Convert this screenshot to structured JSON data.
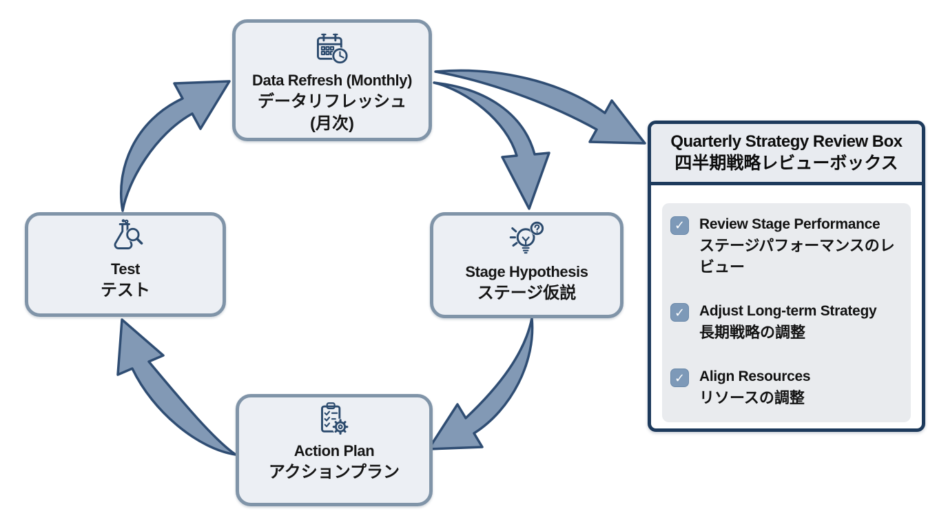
{
  "diagram": {
    "nodes": [
      {
        "id": "data-refresh",
        "icon": "calendar-clock-icon",
        "label_en": "Data Refresh (Monthly)",
        "label_ja": "データリフレッシュ",
        "label_ja2": "(月次)"
      },
      {
        "id": "test",
        "icon": "flask-magnifier-icon",
        "label_en": "Test",
        "label_ja": "テスト"
      },
      {
        "id": "stage-hypothesis",
        "icon": "lightbulb-question-icon",
        "label_en": "Stage Hypothesis",
        "label_ja": "ステージ仮説"
      },
      {
        "id": "action-plan",
        "icon": "clipboard-gear-icon",
        "label_en": "Action Plan",
        "label_ja": "アクションプラン"
      }
    ],
    "arrows": [
      {
        "from": "test",
        "to": "data-refresh"
      },
      {
        "from": "data-refresh",
        "to": "stage-hypothesis"
      },
      {
        "from": "data-refresh",
        "to": "quarterly-review-box"
      },
      {
        "from": "stage-hypothesis",
        "to": "action-plan"
      },
      {
        "from": "action-plan",
        "to": "test"
      }
    ]
  },
  "panel": {
    "title_en": "Quarterly Strategy Review Box",
    "title_ja": "四半期戦略レビューボックス",
    "check_glyph": "✓",
    "items": [
      {
        "checked": true,
        "label_en": "Review Stage Performance",
        "label_ja": "ステージパフォーマンスのレビュー"
      },
      {
        "checked": true,
        "label_en": "Adjust Long-term Strategy",
        "label_ja": "長期戦略の調整"
      },
      {
        "checked": true,
        "label_en": "Align Resources",
        "label_ja": "リソースの調整"
      }
    ]
  },
  "colors": {
    "background": "#ffffff",
    "node_fill": "#eceff4",
    "node_border": "#8094a8",
    "arrow_fill": "#8299b5",
    "arrow_stroke": "#2f4d73",
    "panel_border": "#1d3a5c",
    "panel_header_fill": "#e8ebf0",
    "checklist_fill": "#e9ebee",
    "checkbox_fill": "#7d99b8",
    "icon_stroke": "#2b4a6d",
    "text": "#141414"
  }
}
